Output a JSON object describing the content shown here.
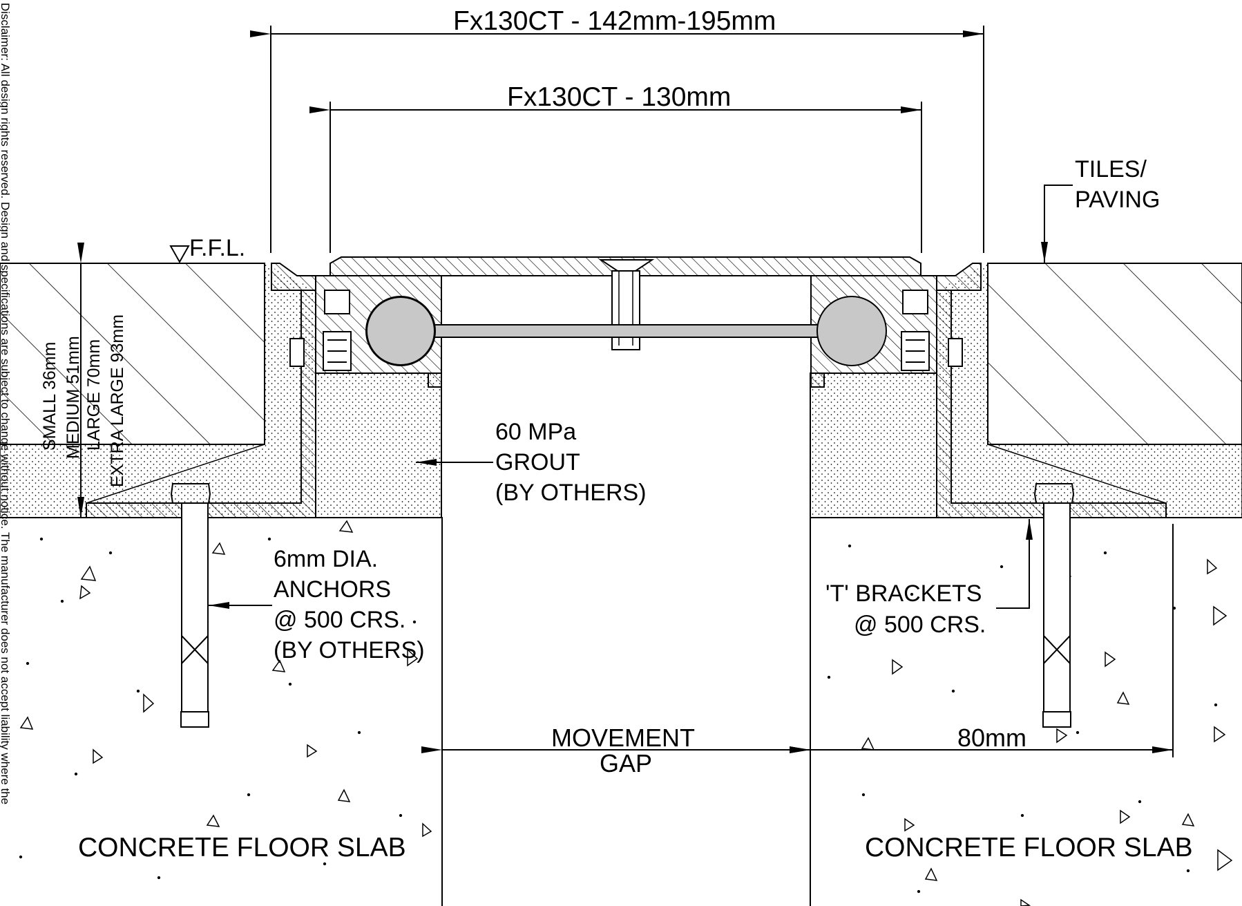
{
  "drawing": {
    "dimensions": {
      "overall": "Fx130CT - 142mm-195mm",
      "cover": "Fx130CT - 130mm",
      "movement_gap": [
        "MOVEMENT",
        "GAP"
      ],
      "edge_distance": "80mm"
    },
    "depth_options": [
      "SMALL 36mm",
      "MEDIUM 51mm",
      "LARGE 70mm",
      "EXTRA LARGE 93mm"
    ],
    "labels": {
      "ffl": "F.F.L.",
      "tiles": [
        "TILES/",
        "PAVING"
      ],
      "grout": [
        "60 MPa",
        "GROUT",
        "(BY OTHERS)"
      ],
      "anchors": [
        "6mm DIA.",
        "ANCHORS",
        "@ 500 CRS.",
        "(BY OTHERS)"
      ],
      "brackets": [
        "'T' BRACKETS",
        "@ 500 CRS."
      ],
      "slab_left": "CONCRETE FLOOR SLAB",
      "slab_right": "CONCRETE FLOOR SLAB"
    },
    "disclaimer": "Disclaimer: All design rights reserved. Design and specifications are subject to change without notice. The manufacturer does not accept liability where the"
  }
}
